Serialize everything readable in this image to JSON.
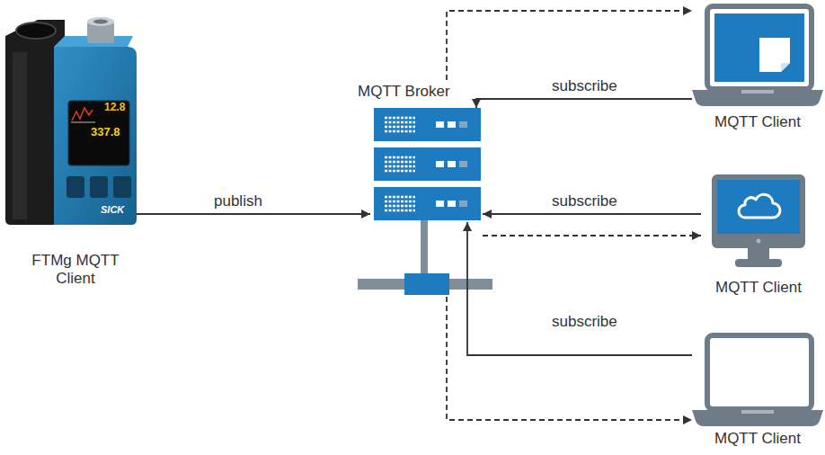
{
  "diagram": {
    "nodes": [
      {
        "text": [
          "FTMg MQTT Client"
        ]
      },
      {
        "text": [
          "MQTT Broker"
        ]
      },
      {
        "text": [
          "MQTT Client"
        ]
      },
      {
        "text": [
          "MQTT Client"
        ]
      },
      {
        "text": [
          "MQTT Client"
        ]
      }
    ],
    "edges": [
      {
        "from": 0,
        "to": 1,
        "label": "publish",
        "arrow": "to"
      },
      {
        "from": 2,
        "to": 1,
        "label": "subscribe",
        "arrow": "to"
      },
      {
        "from": 1,
        "to": 2,
        "arrow": "to"
      },
      {
        "from": 3,
        "to": 1,
        "label": "subscribe",
        "arrow": "to"
      },
      {
        "from": 1,
        "to": 3,
        "arrow": "to"
      },
      {
        "from": 4,
        "to": 1,
        "label": "subscribe",
        "arrow": "to"
      },
      {
        "from": 1,
        "to": 4,
        "arrow": "to"
      }
    ],
    "labels": [
      "12.8",
      "337.8",
      "SICK"
    ]
  }
}
